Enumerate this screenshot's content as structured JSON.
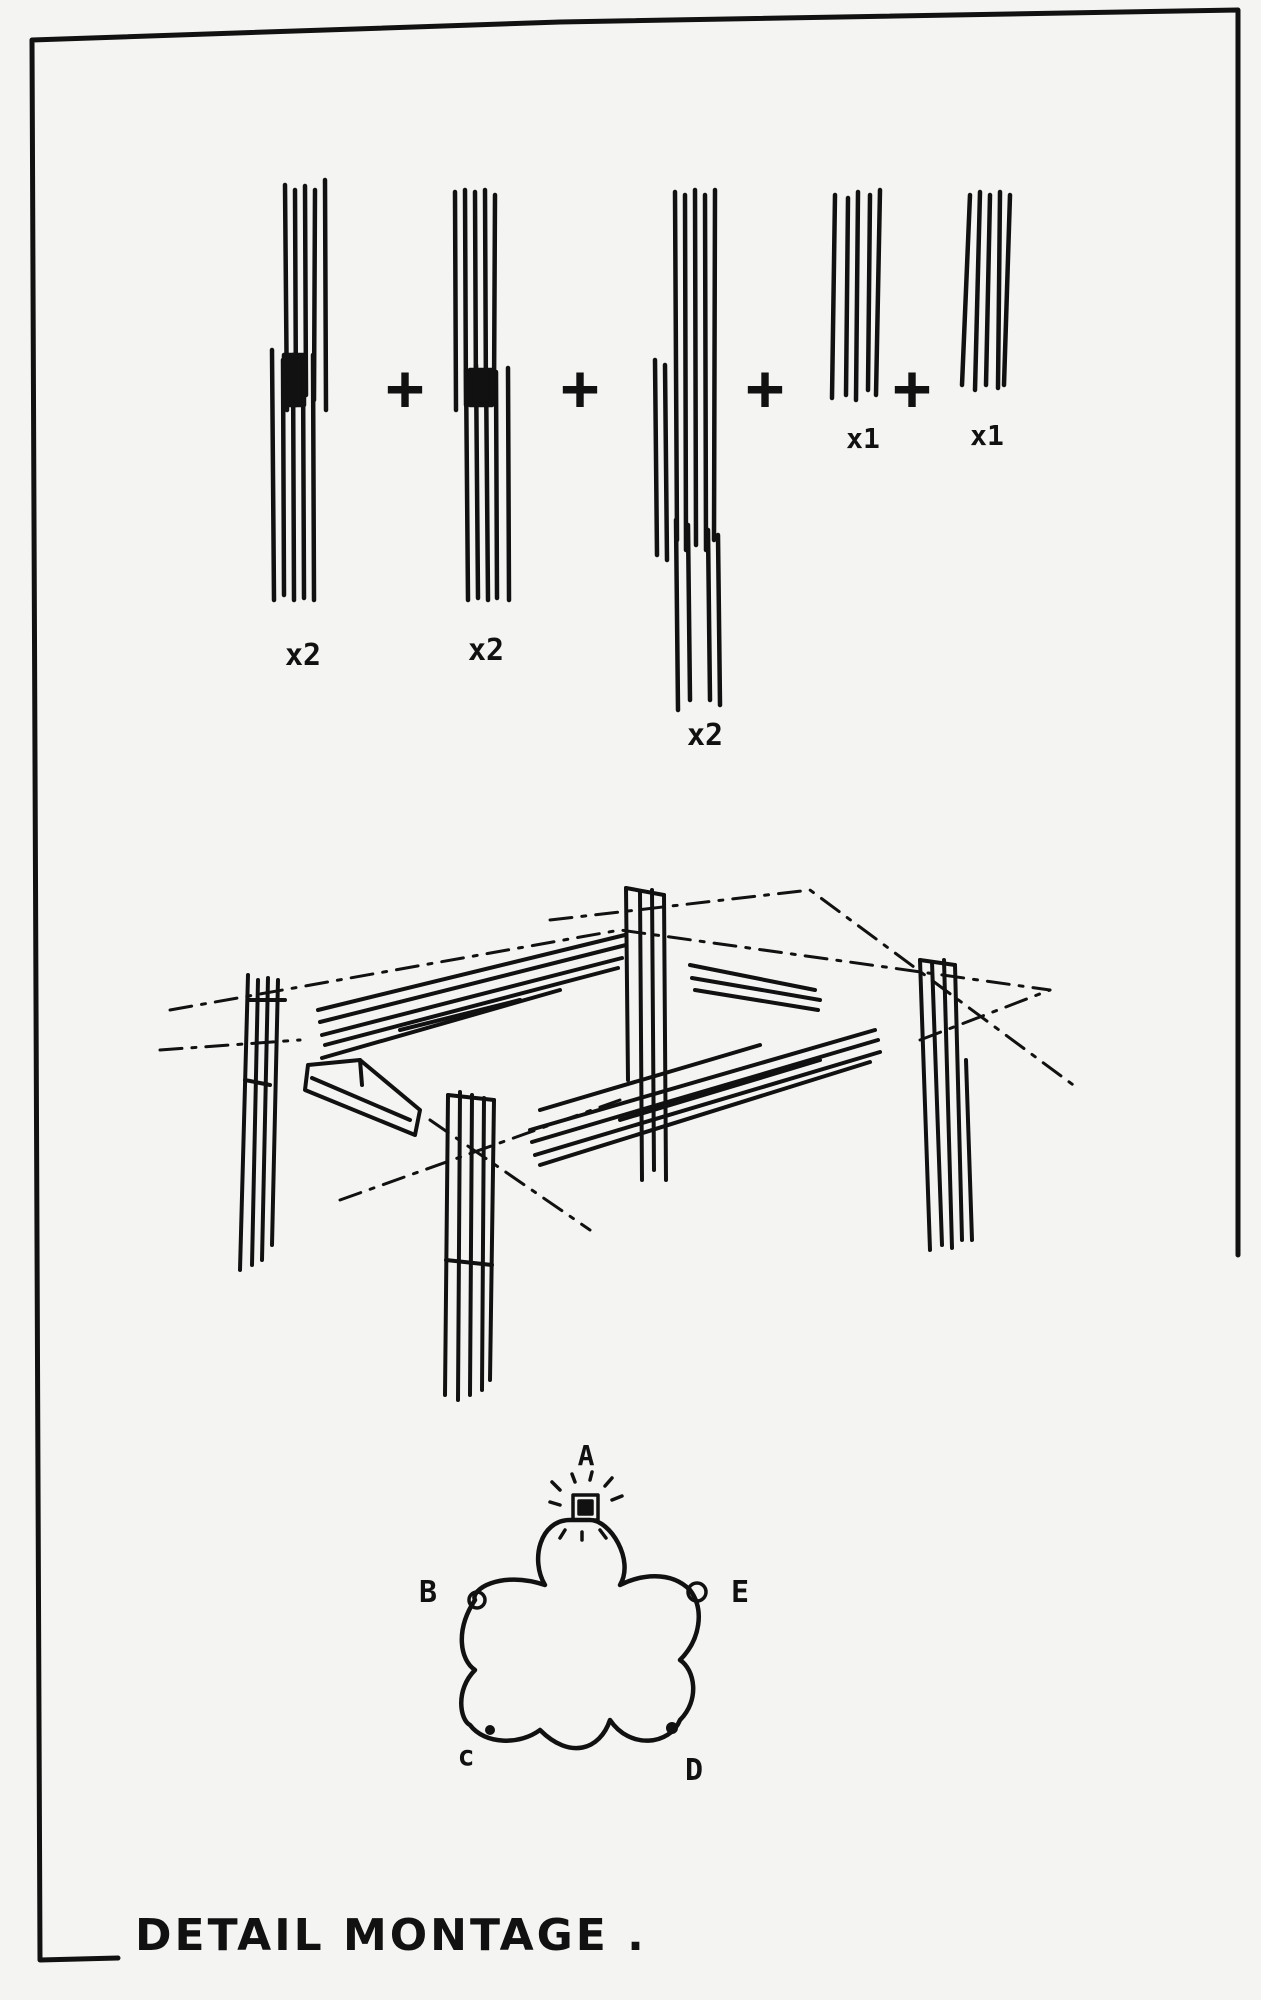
{
  "colors": {
    "paper": "#f4f4f2",
    "ink": "#111111"
  },
  "components": {
    "operator": "+",
    "parts": [
      {
        "id": "part-1",
        "quantity": "x2"
      },
      {
        "id": "part-2",
        "quantity": "x2"
      },
      {
        "id": "part-3",
        "quantity": "x2"
      },
      {
        "id": "part-4",
        "quantity": "x1"
      },
      {
        "id": "part-5",
        "quantity": "x1"
      }
    ]
  },
  "plan": {
    "nodes": [
      {
        "id": "A",
        "label": "A"
      },
      {
        "id": "B",
        "label": "B"
      },
      {
        "id": "C",
        "label": "c"
      },
      {
        "id": "D",
        "label": "D"
      },
      {
        "id": "E",
        "label": "E"
      }
    ]
  },
  "caption": "DETAIL MONTAGE ."
}
